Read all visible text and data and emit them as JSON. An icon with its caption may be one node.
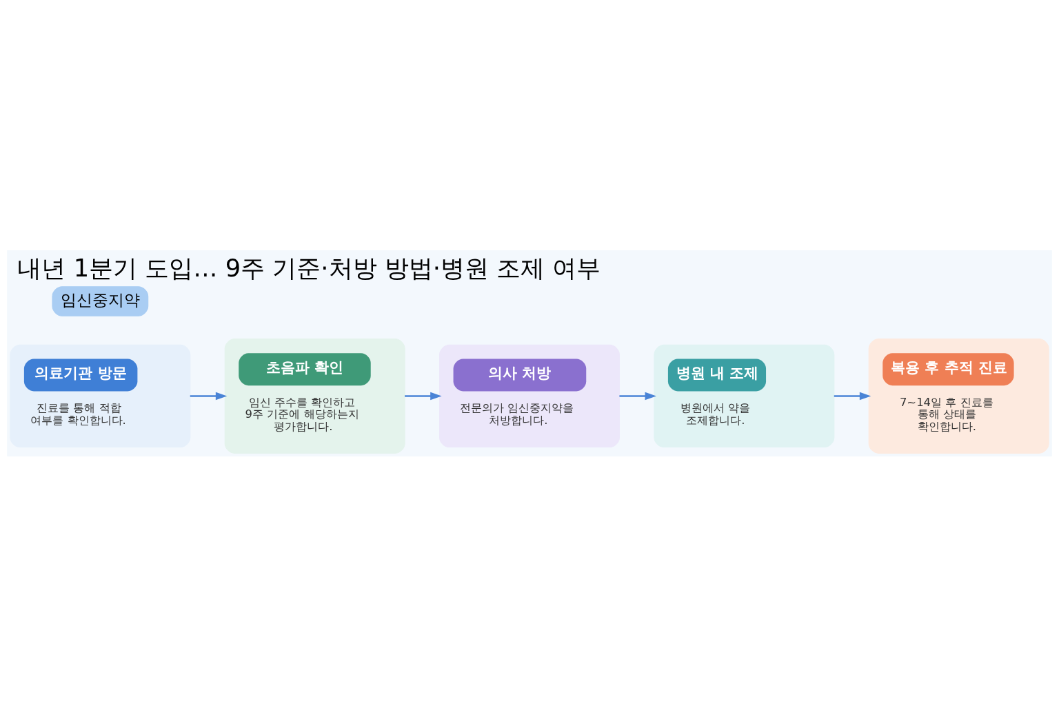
{
  "diagram": {
    "title": "내년 1분기 도입… 9주 기준·처방 방법·병원 조제 여부",
    "nodes": [
      {
        "text": [
          "의료기관 방문",
          "진료를 통해 적합 여부를 확인합니다."
        ]
      },
      {
        "text": [
          "초음파 확인",
          "임신 주수를 확인하고 9주 기준에 해당하는지 평가합니다."
        ]
      },
      {
        "text": [
          "의사 처방",
          "전문의가 임신중지약을 처방합니다."
        ]
      },
      {
        "text": [
          "병원 내 조제",
          "병원에서 약을 조제합니다."
        ]
      },
      {
        "text": [
          "복용 후 추적 진료",
          "7~14일 후 진료를 통해 상태를 확인합니다."
        ]
      }
    ],
    "edges": [
      {
        "from": 0,
        "to": 1,
        "arrow": "to"
      },
      {
        "from": 1,
        "to": 2,
        "arrow": "to"
      },
      {
        "from": 2,
        "to": 3,
        "arrow": "to"
      },
      {
        "from": 3,
        "to": 4,
        "arrow": "to"
      }
    ],
    "labels": [
      "임신중지약"
    ]
  }
}
